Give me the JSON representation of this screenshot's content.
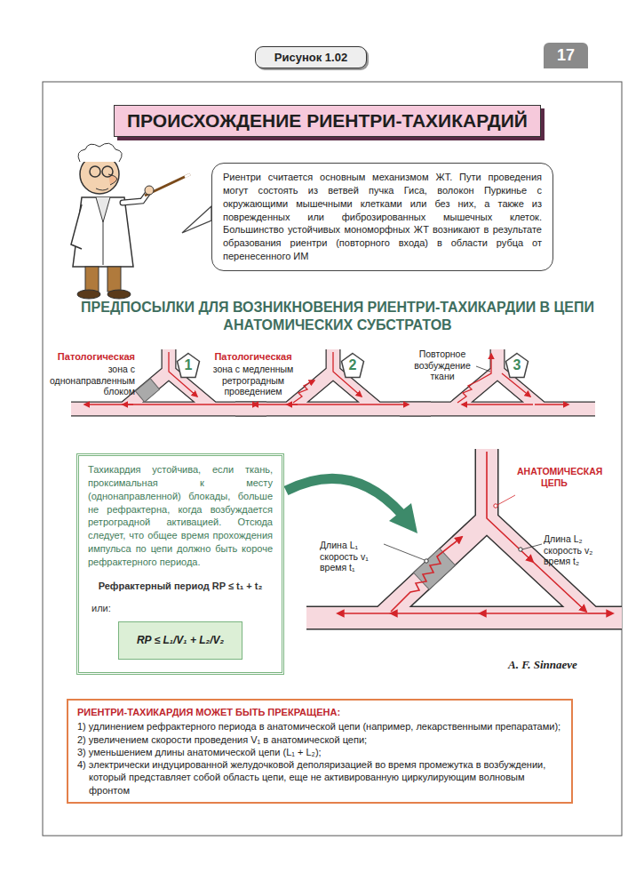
{
  "diagram": {
    "title": "ПРОИСХОЖДЕНИЕ РИЕНТРИ-ТАХИКАРДИЙ",
    "nodes": [
      {
        "text": [
          "Рисунок 1.02"
        ]
      },
      {
        "text": [
          "17"
        ]
      },
      {
        "text": [
          "Риентри считается основным механизмом ЖТ. Пути проведения могут состоять из ветвей пучка Гиса, волокон Пуркинье с окружающими мышечными клетками или без них, а также из поврежденных или фиброзированных мышечных клеток. Большинство устойчивых мономорфных ЖТ возникают в результате образования риентри (повторного входа) в области рубца от перенесенного ИМ"
        ]
      },
      {
        "text": [
          "1"
        ]
      },
      {
        "text": [
          "2"
        ]
      },
      {
        "text": [
          "3"
        ]
      },
      {
        "text": [
          "Тахикардия устойчива, если ткань, проксимальная к месту (однонаправленной) блокады, больше не рефрактерна, когда возбуждается ретроградной активацией. Отсюда следует, что общее время прохождения импульса по цепи должно быть короче рефрактерного периода.",
          "Рефрактерный период RP ≤ t₁ + t₂",
          "или:"
        ]
      },
      {
        "text": [
          "RP ≤ L₁/V₁ + L₂/V₂"
        ],
        "in": 6
      },
      {
        "text": [
          "РИЕНТРИ-ТАХИКАРДИЯ МОЖЕТ БЫТЬ ПРЕКРАЩЕНА:",
          "1) удлинением рефрактерного периода в анатомической цепи (например, лекарственными препаратами);",
          "2) увеличением скорости проведения V₁ в анатомической цепи;",
          "3) уменьшением длины анатомической цепи (L₁ + L₂);",
          "4) электрически индуцированной желудочковой деполяризацией во время промежутка в возбуждении, который представляет собой область цепи, еще не активированную циркулирующим волновым фронтом"
        ]
      }
    ],
    "labels": [
      "ПРЕДПОСЫЛКИ ДЛЯ ВОЗНИКНОВЕНИЯ РИЕНТРИ-ТАХИКАРДИИ В ЦЕПИ АНАТОМИЧЕСКИХ СУБСТРАТОВ",
      "Патологическая",
      "зона с однонаправленным блоком",
      "Патологическая",
      "зона с медленным ретроградным проведением",
      "Повторное возбуждение ткани",
      "АНАТОМИЧЕСКАЯ ЦЕПЬ",
      "Длина L₁ скорость v₁ время t₁",
      "Длина L₂ скорость v₂ время t₂",
      "A. F. Sinnaeve"
    ]
  }
}
